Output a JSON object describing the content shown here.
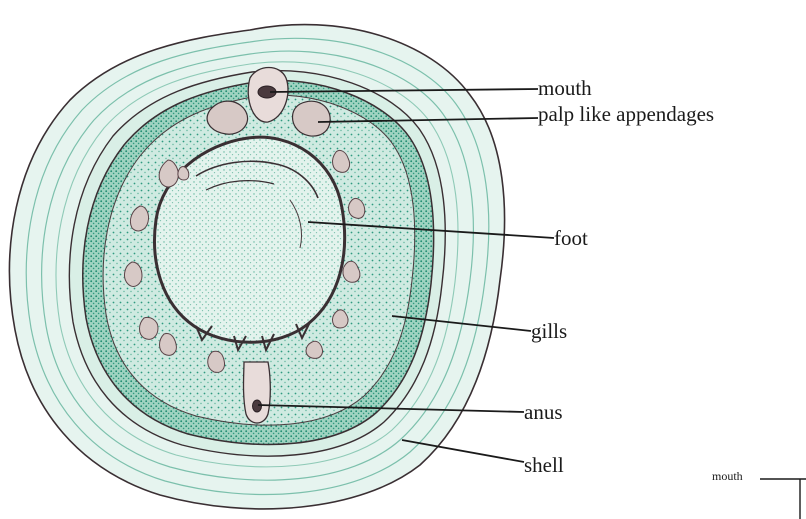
{
  "labels": {
    "mouth": "mouth",
    "palp": "palp like appendages",
    "foot": "foot",
    "gills": "gills",
    "anus": "anus",
    "shell": "shell",
    "mouth_partial": "mouth"
  },
  "colors": {
    "shell_fill": "#e6f4ef",
    "shell_lines": "#7cc0ac",
    "mantle_dark": "#2f9a80",
    "mantle_light": "#cfeae1",
    "inner_fill": "#a9d9c8",
    "outline": "#3a2f33",
    "appendage": "#d7c9c6",
    "leader_line": "#1a1a1a"
  }
}
